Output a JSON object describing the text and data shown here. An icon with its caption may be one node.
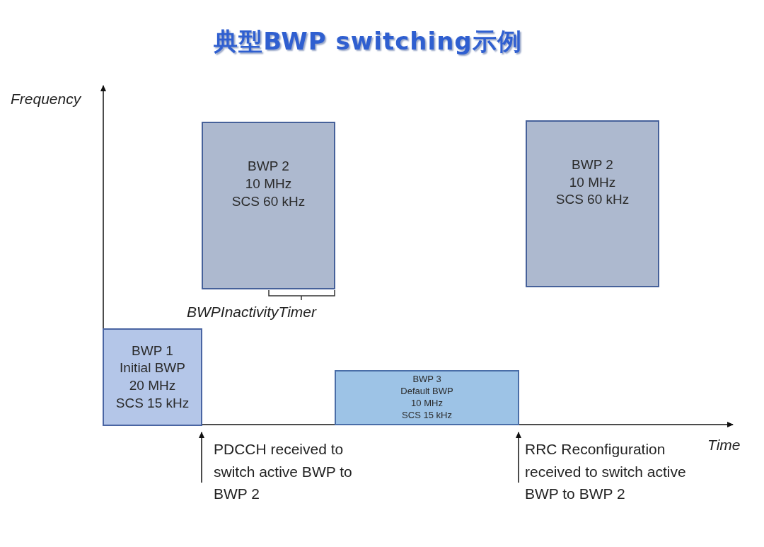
{
  "diagram": {
    "title": "典型BWP switching示例",
    "nodes": [
      {
        "text": [
          "BWP 1",
          "Initial BWP",
          "20 MHz",
          "SCS 15 kHz"
        ]
      },
      {
        "text": [
          "BWP 2",
          "10 MHz",
          "SCS 60 kHz"
        ]
      },
      {
        "text": [
          "BWP 3",
          "Default BWP",
          "10 MHz",
          "SCS 15 kHz"
        ]
      },
      {
        "text": [
          "BWP 2",
          "10 MHz",
          "SCS 60 kHz"
        ]
      }
    ],
    "labels": [
      "Frequency",
      "BWPInactivityTimer",
      "PDCCH received to switch active BWP to BWP 2",
      "RRC Reconfiguration received to switch active BWP to BWP 2",
      "Time"
    ]
  }
}
